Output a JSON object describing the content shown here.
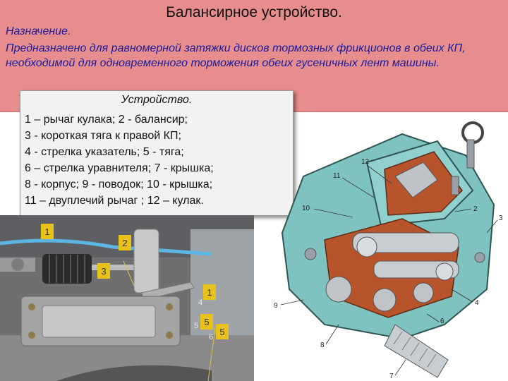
{
  "slide": {
    "title": "Балансирное устройство.",
    "purpose_label": "Назначение.",
    "purpose_text": "Предназначено для равномерной затяжки дисков тормозных фрикционов в обеих КП, необходимой для одновременного торможения обеих гусеничных лент машины."
  },
  "device": {
    "title": "Устройство.",
    "lines": [
      "1 – рычаг кулака; 2 - балансир;",
      "3 - короткая тяга к правой КП;",
      "4 -  стрелка указатель; 5 - тяга;",
      "6 – стрелка уравнителя; 7 -  крышка;",
      "8 - корпус; 9 - поводок; 10 - крышка;",
      "11 – двуплечий рычаг ; 12 – кулак."
    ]
  },
  "photo": {
    "markers": [
      "1",
      "2",
      "3",
      "1",
      "5",
      "5"
    ],
    "small_labels": [
      "4",
      "5",
      "6"
    ]
  },
  "drawing": {
    "callouts": [
      "12",
      "11",
      "10",
      "2",
      "3",
      "9",
      "4",
      "6",
      "8",
      "7"
    ]
  },
  "colors": {
    "band": "#e78d8d",
    "purpose_text": "#1a1a9c",
    "marker_fill": "#e8c21a",
    "housing": "#7fc3c0",
    "interior": "#b8542c"
  }
}
